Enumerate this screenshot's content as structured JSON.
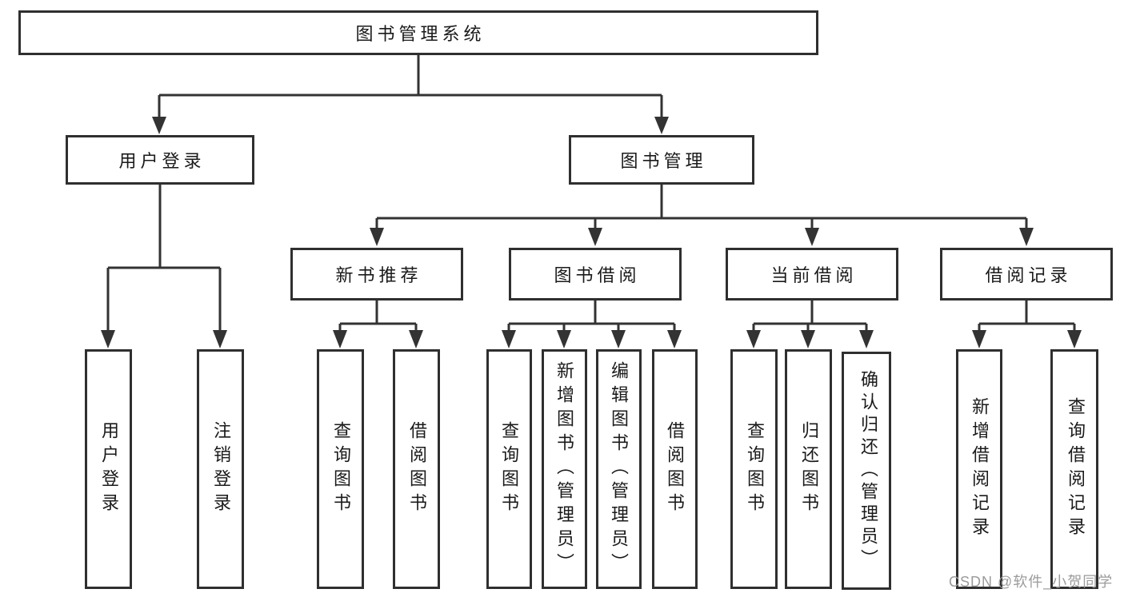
{
  "tree": {
    "label": "图书管理系统",
    "children": [
      {
        "label": "用户登录",
        "children": [
          {
            "label": "用户登录"
          },
          {
            "label": "注销登录"
          }
        ]
      },
      {
        "label": "图书管理",
        "children": [
          {
            "label": "新书推荐",
            "children": [
              {
                "label": "查询图书"
              },
              {
                "label": "借阅图书"
              }
            ]
          },
          {
            "label": "图书借阅",
            "children": [
              {
                "label": "查询图书"
              },
              {
                "label": "新增图书（管理员）"
              },
              {
                "label": "编辑图书（管理员）"
              },
              {
                "label": "借阅图书"
              }
            ]
          },
          {
            "label": "当前借阅",
            "children": [
              {
                "label": "查询图书"
              },
              {
                "label": "归还图书"
              },
              {
                "label": "确认归还（管理员）"
              }
            ]
          },
          {
            "label": "借阅记录",
            "children": [
              {
                "label": "新增借阅记录"
              },
              {
                "label": "查询借阅记录"
              }
            ]
          }
        ]
      }
    ]
  },
  "watermark": {
    "text": "CSDN @软件_小贺同学"
  },
  "colors": {
    "line": "#333333",
    "box_border": "#2f2f2f",
    "text": "#1a1a1a",
    "watermark": "#9b9b9b",
    "background": "#ffffff"
  }
}
